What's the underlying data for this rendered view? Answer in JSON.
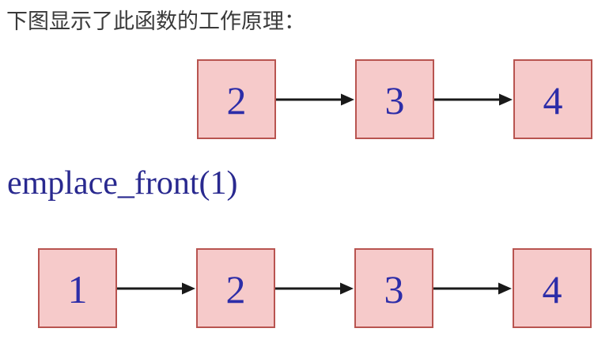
{
  "intro": {
    "text": "下图显示了此函数的工作原理："
  },
  "operation": {
    "label": "emplace_front(1)"
  },
  "lists": {
    "before": {
      "values": [
        "2",
        "3",
        "4"
      ]
    },
    "after": {
      "values": [
        "1",
        "2",
        "3",
        "4"
      ]
    }
  },
  "icons": {
    "connector": "right-arrow"
  },
  "colors": {
    "node_fill": "#f6caca",
    "node_border": "#b85450",
    "node_text": "#2d2da8",
    "arrow": "#191919",
    "intro_text": "#3a3a3a",
    "operation_text": "#29298f",
    "background": "#ffffff"
  }
}
